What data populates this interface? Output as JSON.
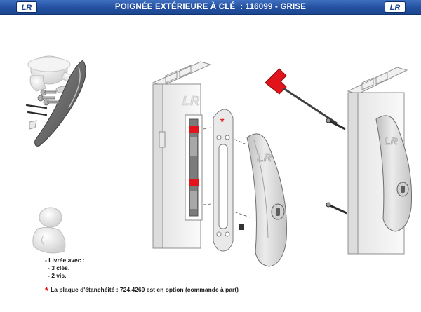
{
  "header": {
    "title": "POIGNÉE EXTÉRIEURE À CLÉ  : 116099 - GRISE",
    "logo_text": "LR"
  },
  "delivery": {
    "heading": "- Livrée avec :",
    "items": [
      "- 3 clés.",
      "- 2 vis."
    ]
  },
  "footnote": {
    "marker": "*",
    "text": "La plaque d'étanchéité : 724.4260 est en option (commande à part)"
  },
  "colors": {
    "banner": "#23509f",
    "wrench": "#e0141a",
    "marker": "#e01010",
    "handle": "#d9d9d9"
  }
}
